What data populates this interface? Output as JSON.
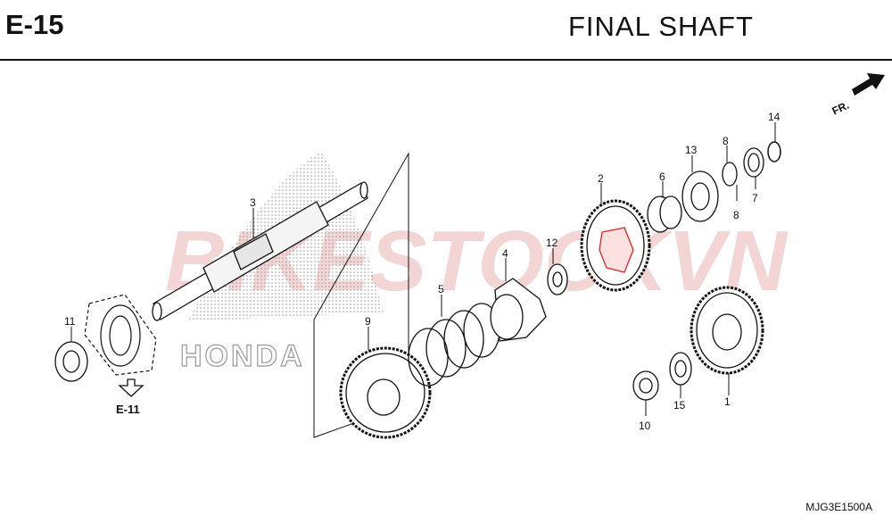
{
  "header": {
    "section_code": "E-15",
    "title": "FINAL  SHAFT"
  },
  "watermark": "BIKESTOCKVN",
  "brand_mark": "HONDA",
  "direction_label": "FR.",
  "reference": "E-11",
  "catalog_code": "MJG3E1500A",
  "callouts": [
    "1",
    "2",
    "3",
    "4",
    "5",
    "6",
    "7",
    "8",
    "8",
    "9",
    "10",
    "11",
    "12",
    "13",
    "14",
    "15"
  ],
  "colors": {
    "line": "#111111",
    "watermark": "#e8a0a0",
    "accent_red": "#e02020"
  }
}
